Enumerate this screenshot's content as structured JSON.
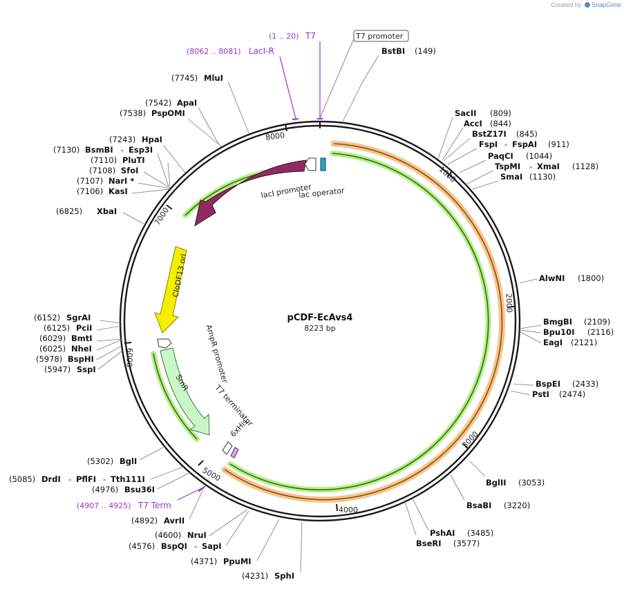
{
  "credit": {
    "prefix": "Created by",
    "brand": "SnapGene"
  },
  "plasmid": {
    "name": "pCDF-EcAvs4",
    "size_label": "8223 bp"
  },
  "ticks": [
    "1000",
    "2000",
    "3000",
    "4000",
    "5000",
    "6000",
    "7000",
    "8000"
  ],
  "colors": {
    "feature_purple": "#9b30d0",
    "lacI": "#8e2c62",
    "ori": "#f5ee00",
    "smr": "#c8f7c8",
    "orf_green": "#a9e87e",
    "orf_orange": "#f6c58a"
  },
  "features": {
    "lacI": "lacI",
    "lacI_promoter": "lacI promoter",
    "lac_operator": "lac operator",
    "ori": "CloDF13 ori",
    "ampr_promoter": "AmpR promoter",
    "smr": "SmR",
    "t7_terminator": "T7 terminator",
    "his": "6xHis",
    "t7_promoter": "T7 promoter"
  },
  "primers": [
    {
      "pos": "(1 .. 20)",
      "name": "T7"
    },
    {
      "pos": "(8062 .. 8081)",
      "name": "LacI-R"
    },
    {
      "pos": "(4907 .. 4925)",
      "name": "T7 Term"
    }
  ],
  "sites_right": [
    {
      "name": "BstBI",
      "pos": "(149)"
    },
    {
      "name": "SacII",
      "pos": "(809)"
    },
    {
      "name": "AccI",
      "pos": "(844)"
    },
    {
      "name": "BstZ17I",
      "pos": "(845)"
    },
    {
      "name": "FspI",
      "name2": "FspAI",
      "pos": "(911)"
    },
    {
      "name": "PaqCI",
      "pos": "(1044)"
    },
    {
      "name": "TspMI",
      "name2": "XmaI",
      "pos": "(1128)"
    },
    {
      "name": "SmaI",
      "pos": "(1130)"
    },
    {
      "name": "AlwNI",
      "pos": "(1800)"
    },
    {
      "name": "BmgBI",
      "pos": "(2109)"
    },
    {
      "name": "Bpu10I",
      "pos": "(2116)"
    },
    {
      "name": "EagI",
      "pos": "(2121)"
    },
    {
      "name": "BspEI",
      "pos": "(2433)"
    },
    {
      "name": "PstI",
      "pos": "(2474)"
    },
    {
      "name": "BglII",
      "pos": "(3053)"
    },
    {
      "name": "BsaBI",
      "pos": "(3220)"
    },
    {
      "name": "PshAI",
      "pos": "(3485)"
    },
    {
      "name": "BseRI",
      "pos": "(3577)"
    }
  ],
  "sites_left": [
    {
      "pos": "(7745)",
      "name": "MluI"
    },
    {
      "pos": "(7542)",
      "name": "ApaI"
    },
    {
      "pos": "(7538)",
      "name": "PspOMI"
    },
    {
      "pos": "(7243)",
      "name": "HpaI"
    },
    {
      "pos": "(7130)",
      "name": "BsmBI",
      "name2": "Esp3I"
    },
    {
      "pos": "(7110)",
      "name": "PluTI"
    },
    {
      "pos": "(7108)",
      "name": "SfoI"
    },
    {
      "pos": "(7107)",
      "name": "NarI *"
    },
    {
      "pos": "(7106)",
      "name": "KasI"
    },
    {
      "pos": "(6825)",
      "name": "XbaI"
    },
    {
      "pos": "(6152)",
      "name": "SgrAI"
    },
    {
      "pos": "(6125)",
      "name": "PciI"
    },
    {
      "pos": "(6029)",
      "name": "BmtI"
    },
    {
      "pos": "(6025)",
      "name": "NheI"
    },
    {
      "pos": "(5978)",
      "name": "BspHI"
    },
    {
      "pos": "(5947)",
      "name": "SspI"
    },
    {
      "pos": "(5302)",
      "name": "BglI"
    },
    {
      "pos": "(5085)",
      "name": "DrdI",
      "name2": "PflFI",
      "name3": "Tth111I"
    },
    {
      "pos": "(4976)",
      "name": "Bsu36I"
    },
    {
      "pos": "(4892)",
      "name": "AvrII"
    },
    {
      "pos": "(4600)",
      "name": "NruI"
    },
    {
      "pos": "(4576)",
      "name": "BspQI",
      "name2": "SapI"
    },
    {
      "pos": "(4371)",
      "name": "PpuMI"
    },
    {
      "pos": "(4231)",
      "name": "SphI"
    }
  ]
}
